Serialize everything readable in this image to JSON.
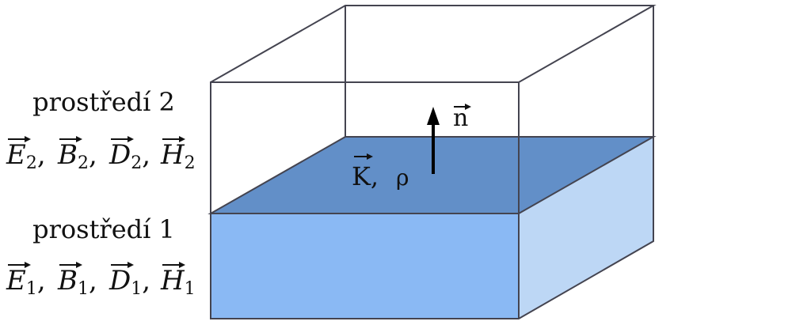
{
  "medium_2": {
    "name": "prostředí 2",
    "fields": [
      {
        "symbol": "E",
        "index": "2",
        "sep": ","
      },
      {
        "symbol": "B",
        "index": "2",
        "sep": ","
      },
      {
        "symbol": "D",
        "index": "2",
        "sep": ","
      },
      {
        "symbol": "H",
        "index": "2",
        "sep": ""
      }
    ]
  },
  "medium_1": {
    "name": "prostředí 1",
    "fields": [
      {
        "symbol": "E",
        "index": "1",
        "sep": ","
      },
      {
        "symbol": "B",
        "index": "1",
        "sep": ","
      },
      {
        "symbol": "D",
        "index": "1",
        "sep": ","
      },
      {
        "symbol": "H",
        "index": "1",
        "sep": ""
      }
    ]
  },
  "interface": {
    "normal_label": "n",
    "surface_current_label": "K,",
    "charge_density_label": "ρ"
  },
  "colors": {
    "interface_top": "#628fc8",
    "lower_front": "#8ab9f4",
    "lower_side": "#bdd7f5",
    "edges": "#444450",
    "arrow": "#000000"
  }
}
